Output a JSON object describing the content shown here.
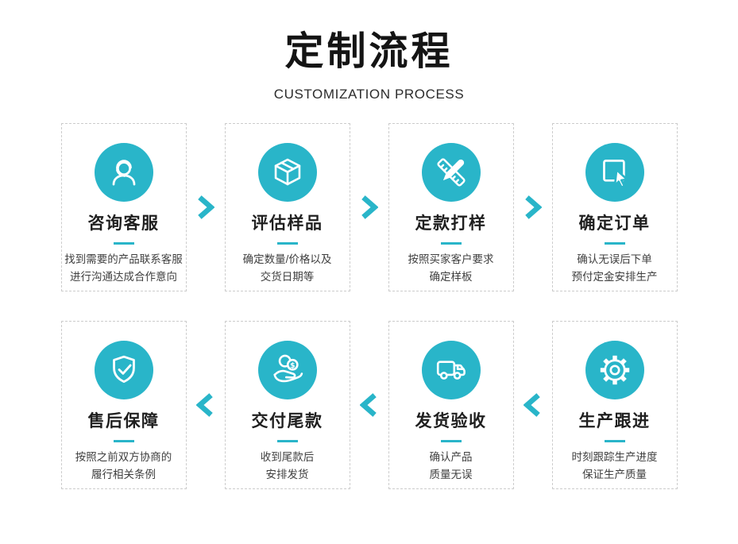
{
  "header": {
    "title": "定制流程",
    "subtitle": "CUSTOMIZATION PROCESS"
  },
  "colors": {
    "accent": "#29b5c9",
    "card_border": "#cccccc",
    "title_text": "#141414",
    "body_text": "#3f3f3f"
  },
  "steps": [
    {
      "icon": "customer-service-agent",
      "title": "咨询客服",
      "desc_lines": [
        "找到需要的产品联系客服",
        "进行沟通达成合作意向"
      ]
    },
    {
      "icon": "package-box",
      "title": "评估样品",
      "desc_lines": [
        "确定数量/价格以及",
        "交货日期等"
      ]
    },
    {
      "icon": "pencil-ruler",
      "title": "定款打样",
      "desc_lines": [
        "按照买家客户要求",
        "确定样板"
      ]
    },
    {
      "icon": "cursor-click",
      "title": "确定订单",
      "desc_lines": [
        "确认无误后下单",
        "预付定金安排生产"
      ]
    },
    {
      "icon": "gear",
      "title": "生产跟进",
      "desc_lines": [
        "时刻跟踪生产进度",
        "保证生产质量"
      ]
    },
    {
      "icon": "delivery-truck",
      "title": "发货验收",
      "desc_lines": [
        "确认产品",
        "质量无误"
      ]
    },
    {
      "icon": "hand-coin",
      "title": "交付尾款",
      "desc_lines": [
        "收到尾款后",
        "安排发货"
      ]
    },
    {
      "icon": "shield-check",
      "title": "售后保障",
      "desc_lines": [
        "按照之前双方协商的",
        "履行相关条例"
      ]
    }
  ],
  "flow": {
    "row1_order": [
      "咨询客服",
      "评估样品",
      "定款打样",
      "确定订单"
    ],
    "row1_arrow_direction": "right",
    "row2_order": [
      "售后保障",
      "交付尾款",
      "发货验收",
      "生产跟进"
    ],
    "row2_arrow_direction": "left"
  }
}
